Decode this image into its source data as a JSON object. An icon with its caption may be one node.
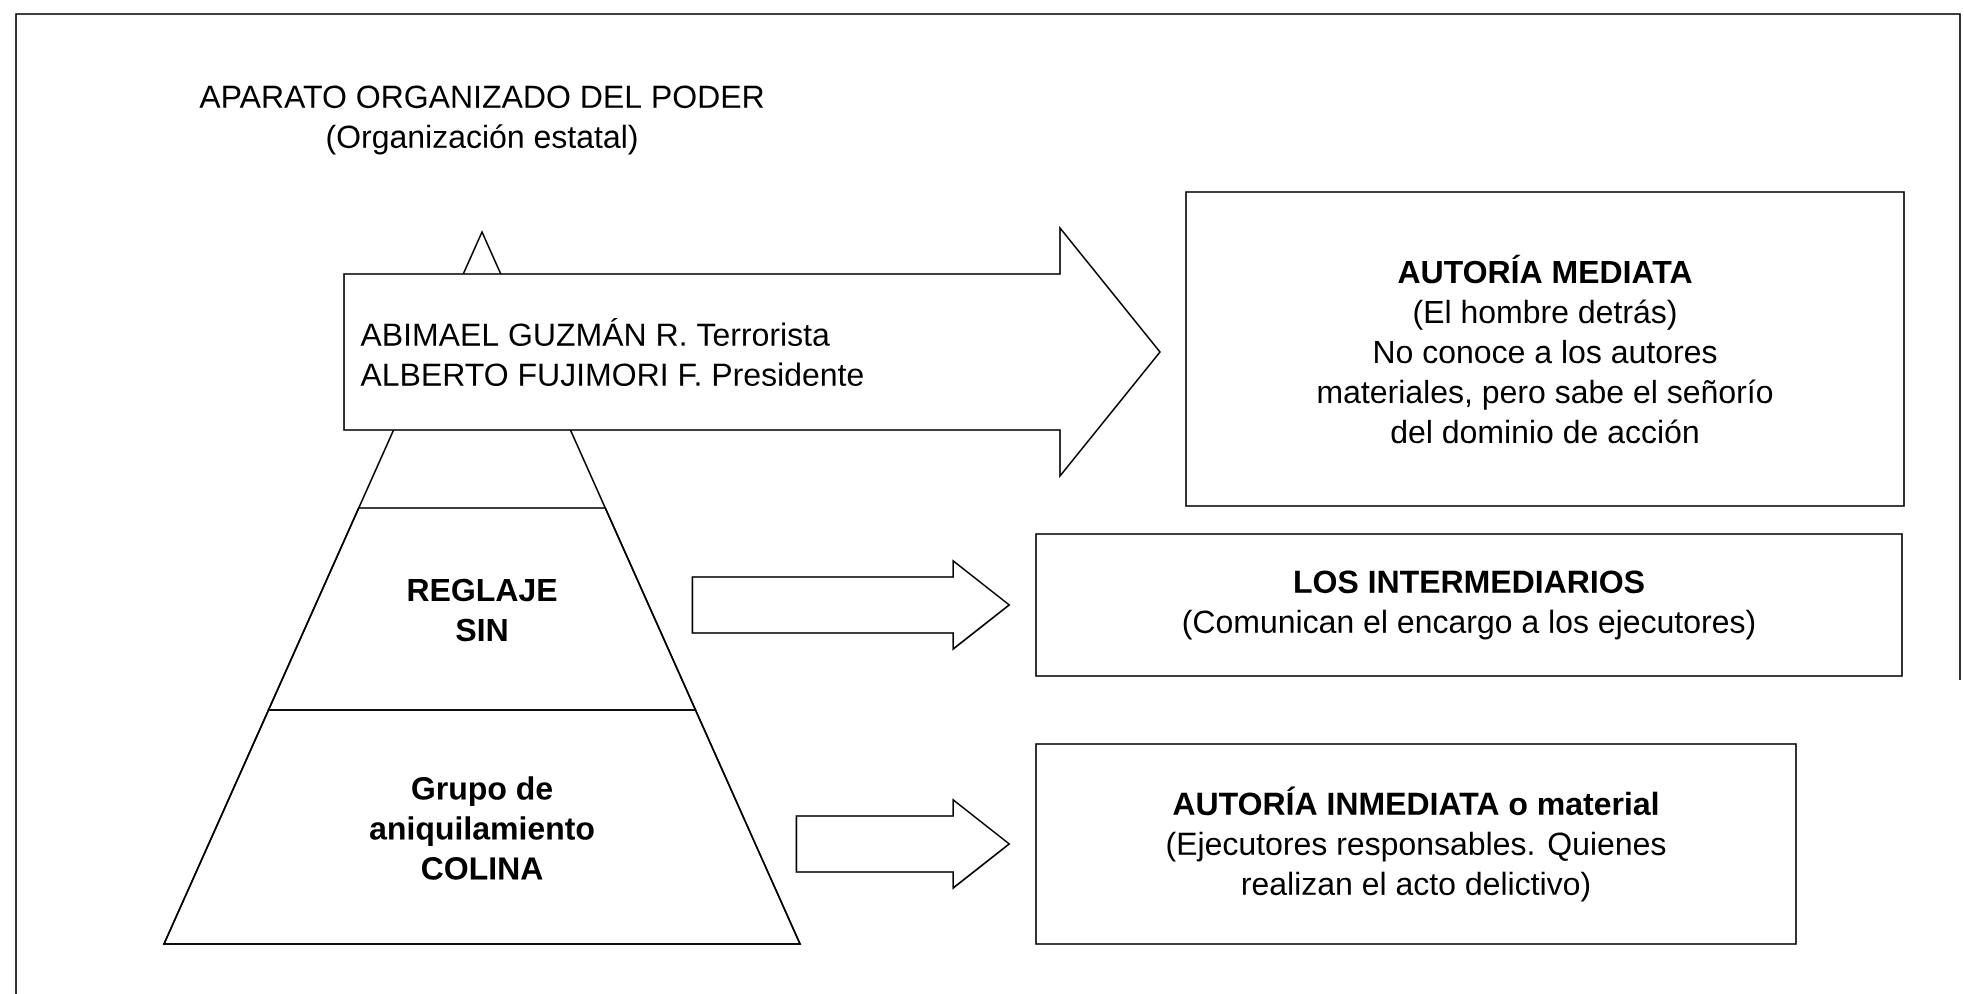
{
  "diagram": {
    "nodes": [
      {
        "text": [
          "APARATO ORGANIZADO DEL PODER",
          "(Organización estatal)"
        ]
      },
      {
        "text": [
          "ABIMAEL GUZMÁN R. Terrorista",
          "ALBERTO FUJIMORI F. Presidente"
        ]
      },
      {
        "text": [
          "AUTORÍA MEDIATA",
          "(El hombre detrás)",
          "No conoce a los autores materiales, pero sabe el señorío del dominio de acción"
        ]
      },
      {
        "text": [
          "REGLAJE SIN"
        ],
        "in": 0
      },
      {
        "text": [
          "LOS INTERMEDIARIOS",
          "(Comunican el encargo a los ejecutores)"
        ]
      },
      {
        "text": [
          "Grupo de aniquilamiento COLINA"
        ],
        "in": 0
      },
      {
        "text": [
          "AUTORÍA INMEDIATA o material",
          "(Ejecutores responsables. Quienes realizan el acto delictivo)"
        ]
      }
    ],
    "edges": [
      {
        "from": 3,
        "to": 4,
        "arrow": "to"
      },
      {
        "from": 5,
        "to": 6,
        "arrow": "to"
      }
    ]
  }
}
